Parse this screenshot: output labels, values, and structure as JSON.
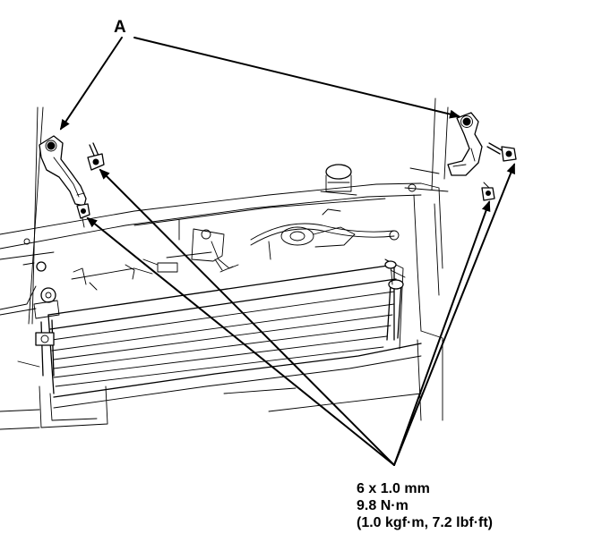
{
  "diagram": {
    "callout_label": "A",
    "spec": {
      "size": "6 x 1.0 mm",
      "torque_nm": "9.8 N·m",
      "torque_alt": "(1.0 kgf·m, 7.2 lbf·ft)"
    }
  }
}
